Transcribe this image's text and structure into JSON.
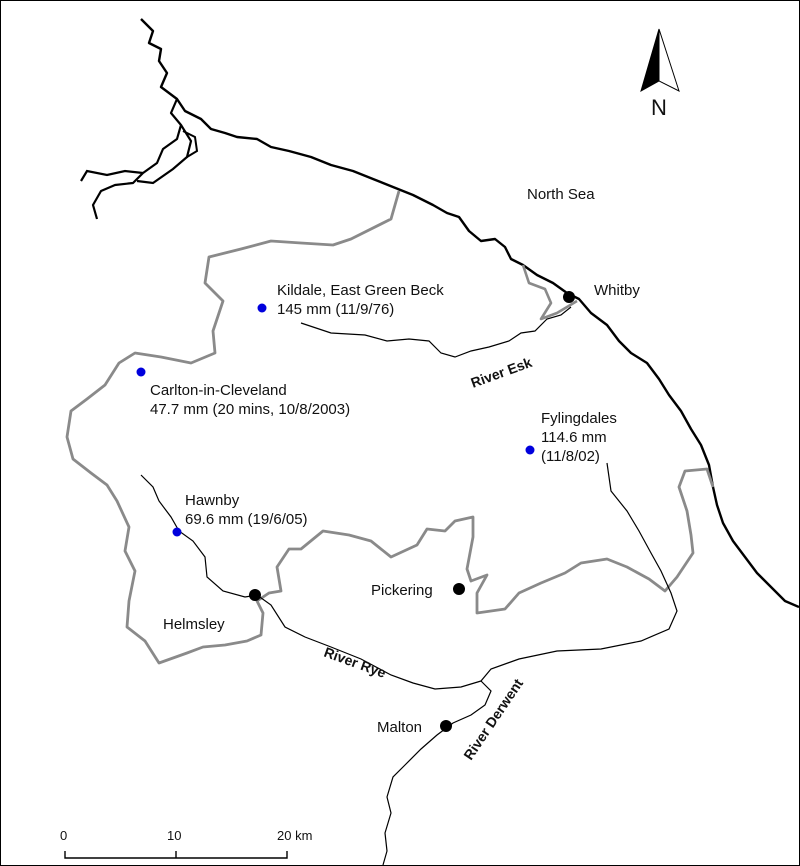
{
  "sea_label": "North Sea",
  "north_label": "N",
  "towns": [
    {
      "name": "Whitby"
    },
    {
      "name": "Pickering"
    },
    {
      "name": "Helmsley"
    },
    {
      "name": "Malton"
    }
  ],
  "gauges": [
    {
      "name": "Kildale, East Green Beck",
      "detail": "145 mm (11/9/76)"
    },
    {
      "name": "Carlton-in-Cleveland",
      "detail": "47.7 mm (20 mins, 10/8/2003)"
    },
    {
      "name": "Fylingdales",
      "detail": "114.6 mm",
      "detail2": "(11/8/02)"
    },
    {
      "name": "Hawnby",
      "detail": "69.6 mm (19/6/05)"
    }
  ],
  "rivers": [
    {
      "name": "River Esk"
    },
    {
      "name": "River Rye"
    },
    {
      "name": "River Derwent"
    }
  ],
  "scale": {
    "ticks": [
      "0",
      "10",
      "20 km"
    ]
  },
  "colors": {
    "coastline": "#000000",
    "park_boundary": "#8a8a8a",
    "river": "#000000",
    "gauge_dot": "#0000dd",
    "town_dot": "#000000"
  }
}
